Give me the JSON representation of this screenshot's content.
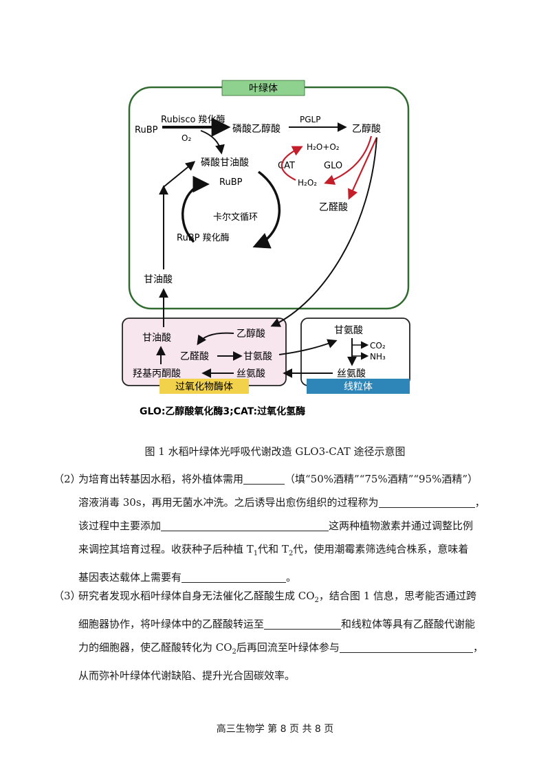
{
  "diagram": {
    "chloroplast_label": "叶绿体",
    "peroxisome_label": "过氧化物酶体",
    "mitochondrion_label": "线粒体",
    "nodes": {
      "rubp_top": "RuBP",
      "rubisco": "Rubisco 羧化酶",
      "o2": "O₂",
      "phosphoglycolate": "磷酸乙醇酸",
      "pglp": "PGLP",
      "glycolate_chloro": "乙醇酸",
      "h2o_o2": "H₂O+O₂",
      "cat": "CAT",
      "glo": "GLO",
      "h2o2": "H₂O₂",
      "glyoxylate_chloro": "乙醛酸",
      "phosphoglycerate": "磷酸甘油酸",
      "rubp_cycle": "RuBP",
      "calvin": "卡尔文循环",
      "rubp_carboxylase": "RuBP 羧化酶",
      "glycerate_chloro": "甘油酸",
      "glycerate_perox": "甘油酸",
      "glycolate_perox": "乙醇酸",
      "glyoxylate_perox": "乙醛酸",
      "glycine_perox": "甘氨酸",
      "hydroxypyruvate": "羟基丙酮酸",
      "serine_perox": "丝氨酸",
      "glycine_mito": "甘氨酸",
      "co2": "CO₂",
      "nh3": "NH₃",
      "serine_mito": "丝氨酸"
    },
    "legend": "GLO:乙醇酸氧化酶3;CAT:过氧化氢酶"
  },
  "caption": "图 1 水稻叶绿体光呼吸代谢改造 GLO3-CAT 途径示意图",
  "questions": [
    {
      "number": "（2）",
      "l1a": "为培育出转基因水稻，将外植体需用",
      "l1b": "（填“50%酒精”“75%酒精”“95%酒精”）",
      "l2a": "溶液消毒 30s，再用无菌水冲洗。之后诱导出愈伤组织的过程称为",
      "l2b": "，",
      "l3a": "该过程中主要添加",
      "l3b": "这两种植物激素并通过调整比例",
      "l4a": "来调控其培育过程。收获种子后种植 T",
      "l4s1": "1",
      "l4b": "代和 T",
      "l4s2": "2",
      "l4c": "代，使用潮霉素筛选纯合株系，意味着",
      "l5a": "基因表达载体上需要有",
      "l5b": "。"
    },
    {
      "number": "（3）",
      "l1a": "研究者发现水稻叶绿体自身无法催化乙醛酸生成 CO",
      "l1s": "2",
      "l1b": "，结合图 1 信息，思考能否通过跨",
      "l2a": "细胞器协作，将叶绿体中的乙醛酸转运至",
      "l2b": "和线粒体等具有乙醛酸代谢能",
      "l3a": "力的细胞器，使乙醛酸转化为 CO",
      "l3s": "2",
      "l3b": "后再回流至叶绿体参与",
      "l3c": "，",
      "l4a": "从而弥补叶绿体代谢缺陷、提升光合固碳效率。"
    }
  ],
  "footer": "高三生物学 第 8 页 共 8 页",
  "colors": {
    "chloroplast_border": "#2f6b2f",
    "chloroplast_tab": "#8fd18f",
    "peroxisome_fill": "#f7e6ee",
    "peroxisome_tab": "#f2d24a",
    "mitochondrion_tab": "#2e86b8",
    "red_arrow": "#c41e2a"
  }
}
